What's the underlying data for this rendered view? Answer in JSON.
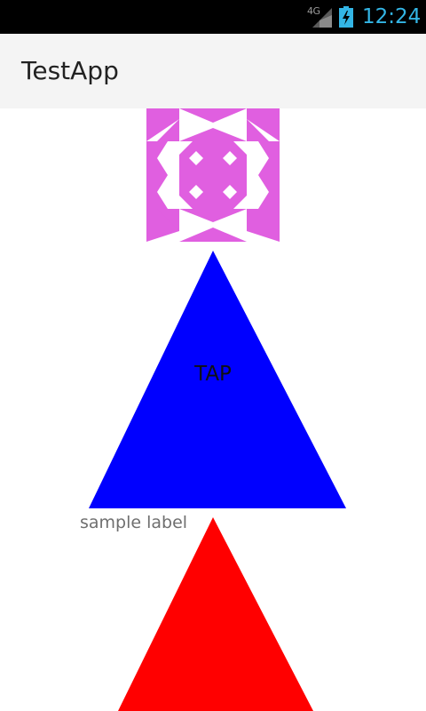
{
  "status_bar": {
    "network": "4G",
    "time": "12:24",
    "icons": [
      "signal-icon",
      "battery-charging-icon"
    ],
    "time_color": "#33b5e5"
  },
  "action_bar": {
    "title": "TestApp"
  },
  "content": {
    "identicon_color": "#e05fe0",
    "blue_shape_label": "TAP",
    "blue_shape_color": "#0000ff",
    "sample_label": "sample label",
    "red_shape_color": "#ff0000"
  }
}
